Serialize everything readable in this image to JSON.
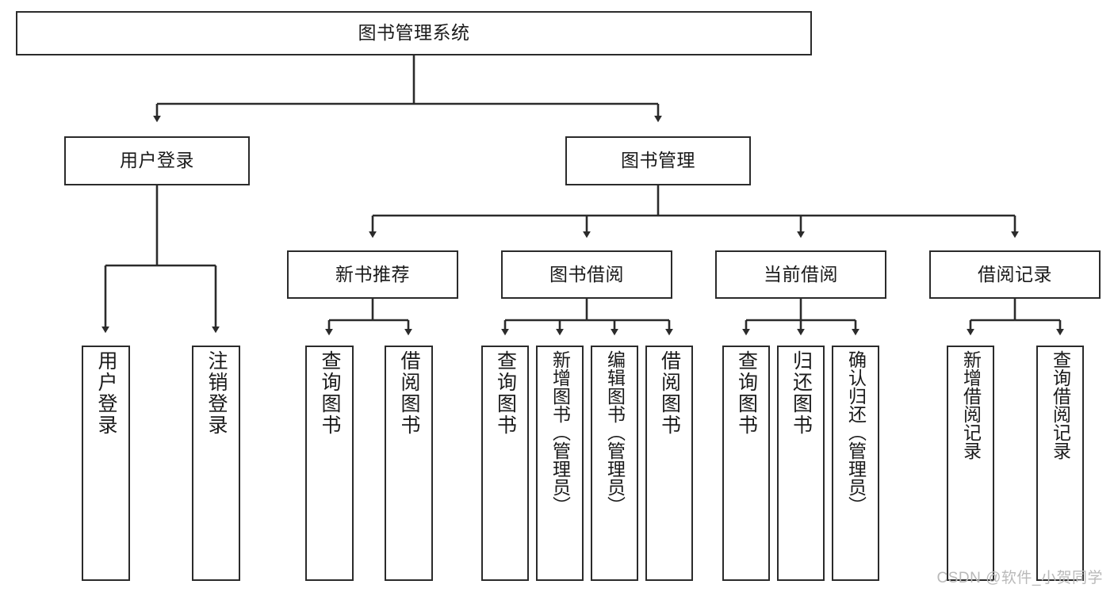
{
  "diagram": {
    "type": "tree-hierarchy",
    "title": "图书管理系统",
    "orientation": "top-down",
    "colors": {
      "node_border": "#2b2b2b",
      "node_fill": "#ffffff",
      "connector": "#2b2b2b",
      "text": "#1a1a1a",
      "watermark": "#b9b9b9",
      "background": "#ffffff"
    },
    "watermark": "CSDN @软件_小贺同学",
    "nodes": {
      "root": {
        "label": "图书管理系统",
        "level": 1
      },
      "level2": [
        {
          "id": "user-login",
          "label": "用户登录"
        },
        {
          "id": "book-manage",
          "label": "图书管理"
        }
      ],
      "level3": [
        {
          "id": "new-book-recommend",
          "label": "新书推荐",
          "parent": "book-manage"
        },
        {
          "id": "book-borrow",
          "label": "图书借阅",
          "parent": "book-manage"
        },
        {
          "id": "current-borrow",
          "label": "当前借阅",
          "parent": "book-manage"
        },
        {
          "id": "borrow-record",
          "label": "借阅记录",
          "parent": "book-manage"
        }
      ],
      "leaves": {
        "user-login": [
          {
            "id": "leaf-user-login",
            "label": "用户登录"
          },
          {
            "id": "leaf-user-logout",
            "label": "注销登录"
          }
        ],
        "new-book-recommend": [
          {
            "id": "leaf-query-book-1",
            "label": "查询图书"
          },
          {
            "id": "leaf-borrow-book-1",
            "label": "借阅图书"
          }
        ],
        "book-borrow": [
          {
            "id": "leaf-query-book-2",
            "label": "查询图书"
          },
          {
            "id": "leaf-add-book",
            "label": "新增图书（管理员）"
          },
          {
            "id": "leaf-edit-book",
            "label": "编辑图书（管理员）"
          },
          {
            "id": "leaf-borrow-book-2",
            "label": "借阅图书"
          }
        ],
        "current-borrow": [
          {
            "id": "leaf-query-book-3",
            "label": "查询图书"
          },
          {
            "id": "leaf-return-book",
            "label": "归还图书"
          },
          {
            "id": "leaf-confirm-return",
            "label": "确认归还（管理员）"
          }
        ],
        "borrow-record": [
          {
            "id": "leaf-add-record",
            "label": "新增借阅记录"
          },
          {
            "id": "leaf-query-record",
            "label": "查询借阅记录"
          }
        ]
      }
    }
  }
}
